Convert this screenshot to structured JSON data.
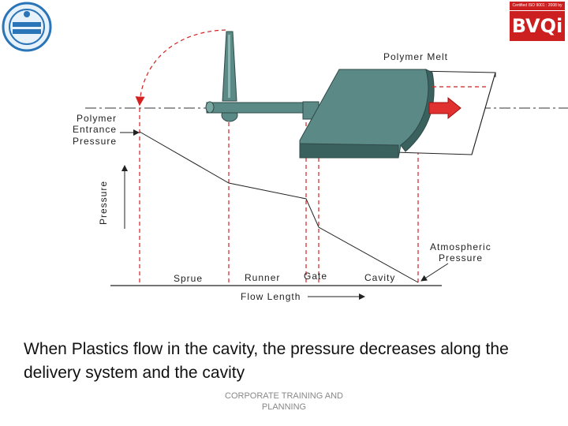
{
  "diagram": {
    "labels": {
      "polymer_melt": "Polymer Melt",
      "entrance_line1": "Polymer",
      "entrance_line2": "Entrance",
      "entrance_line3": "Pressure",
      "pressure_axis": "Pressure",
      "atmospheric_line1": "Atmospheric",
      "atmospheric_line2": "Pressure",
      "sprue": "Sprue",
      "runner": "Runner",
      "gate": "Gate",
      "cavity": "Cavity",
      "flow_length": "Flow Length"
    },
    "colors": {
      "mold": "#5b8a86",
      "mold_dark": "#3b615e",
      "dashed_red": "#d42020",
      "arrow_red": "#e03030"
    }
  },
  "caption": "When Plastics flow in the cavity, the pressure decreases along the delivery system and the cavity",
  "footer": {
    "line1": "CORPORATE TRAINING AND",
    "line2": "PLANNING"
  },
  "logos": {
    "left_icon": "cipet-emblem-icon",
    "right_cert": "Certified ISO 9001 : 2008 by",
    "right_text": "BVQi"
  }
}
